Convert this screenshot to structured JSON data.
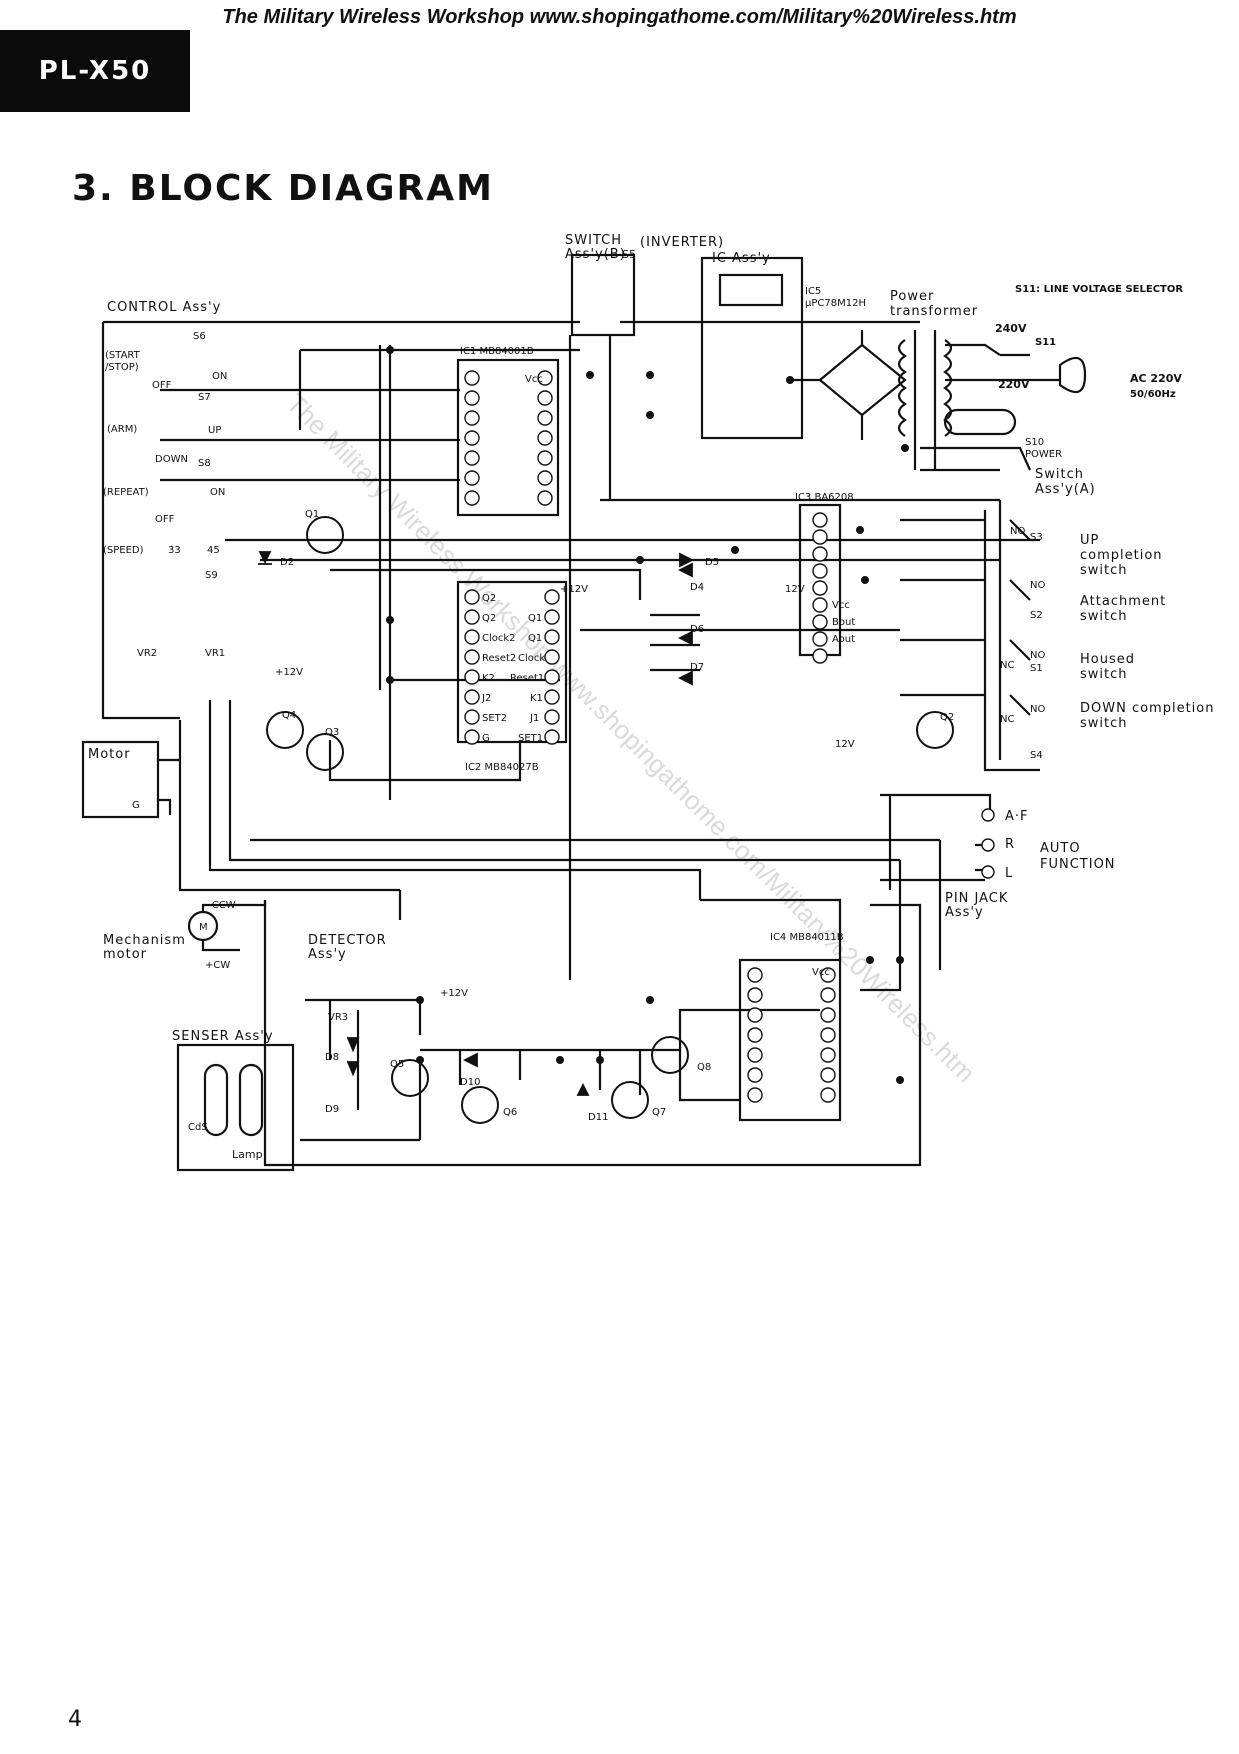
{
  "header": {
    "banner": "The Military Wireless Workshop www.shopingathome.com/Military%20Wireless.htm",
    "model": "PL-X50"
  },
  "title": "3. BLOCK DIAGRAM",
  "page_number": "4",
  "watermark": "The Military Wireless Workshop www.shopingathome.com/Military%20Wireless.htm",
  "labels": {
    "switch_assy": "SWITCH",
    "switch_assy2": "Ass'y(B)",
    "inverter": "(INVERTER)",
    "ic_assy": "IC Ass'y",
    "s5": "S5",
    "ic5": "IC5",
    "ic5_part": "μPC78M12H",
    "power_transformer": "Power",
    "power_transformer2": "transformer",
    "s11_note": "S11: LINE VOLTAGE SELECTOR",
    "v240": "240V",
    "v220": "220V",
    "s11": "S11",
    "ac": "AC 220V",
    "hz": "50/60Hz",
    "s10": "S10",
    "power": "POWER",
    "switch_a": "Switch",
    "switch_a2": "Ass'y(A)",
    "control_assy": "CONTROL Ass'y",
    "ic1": "IC1  MB84001B",
    "ic2": "IC2  MB84027B",
    "ic3": "IC3  BA6208",
    "ic4": "IC4  MB84011B",
    "s6": "S6",
    "s7": "S7",
    "s8": "S8",
    "s9": "S9",
    "start_stop": "(START",
    "start_stop2": "/STOP)",
    "arm": "(ARM)",
    "repeat": "(REPEAT)",
    "speed": "(SPEED)",
    "off": "OFF",
    "on": "ON",
    "up": "UP",
    "down": "DOWN",
    "s33": "33",
    "s45": "45",
    "vr2": "VR2",
    "vr1": "VR1",
    "motor": "Motor",
    "g": "G",
    "ccw": "- CCW",
    "cw": "+CW",
    "mechanism_motor": "Mechanism",
    "mechanism_motor2": "motor",
    "m": "M",
    "detector": "DETECTOR",
    "detector2": "Ass'y",
    "senser": "SENSER Ass'y",
    "cds": "CdS",
    "lamp": "Lamp",
    "vr3": "VR3",
    "plus12v": "+12V",
    "v12": "12V",
    "q1": "Q1",
    "q2": "Q2",
    "q3": "Q3",
    "q4": "Q4",
    "q5": "Q5",
    "q6": "Q6",
    "q7": "Q7",
    "q8": "Q8",
    "d2": "D2",
    "d4": "D4",
    "d5": "D5",
    "d6": "D6",
    "d7": "D7",
    "d8": "D8",
    "d9": "D9",
    "d10": "D10",
    "d11": "D11",
    "s1": "S1",
    "s2": "S2",
    "s3": "S3",
    "s4": "S4",
    "no": "NO",
    "nc": "NC",
    "up_completion": "UP",
    "up_completion2": "completion",
    "up_completion3": "switch",
    "attachment": "Attachment",
    "attachment2": "switch",
    "housed": "Housed",
    "housed2": "switch",
    "down_completion": "DOWN completion",
    "down_completion2": "switch",
    "af": "A·F",
    "r": "R",
    "l": "L",
    "auto": "AUTO",
    "function": "FUNCTION",
    "pin_jack": "PIN JACK",
    "pin_jack2": "Ass'y",
    "vcc": "Vcc",
    "ic2_q2": "Q2",
    "ic2_q2b": "Q2",
    "ic2_clock2": "Clock2",
    "ic2_reset2": "Reset2",
    "ic2_k2": "K2",
    "ic2_j2": "J2",
    "ic2_set2": "SET2",
    "ic2_g": "G",
    "ic2_12v": "+12V",
    "ic2_q1": "Q1",
    "ic2_q1b": "Q1",
    "ic2_clock1": "Clock",
    "ic2_reset1": "Reset1",
    "ic2_k1": "K1",
    "ic2_j1": "J1",
    "ic2_set1": "SET1",
    "ic3_vcc": "Vcc",
    "ic3_bout": "Bout",
    "ic3_aout": "Aout"
  }
}
